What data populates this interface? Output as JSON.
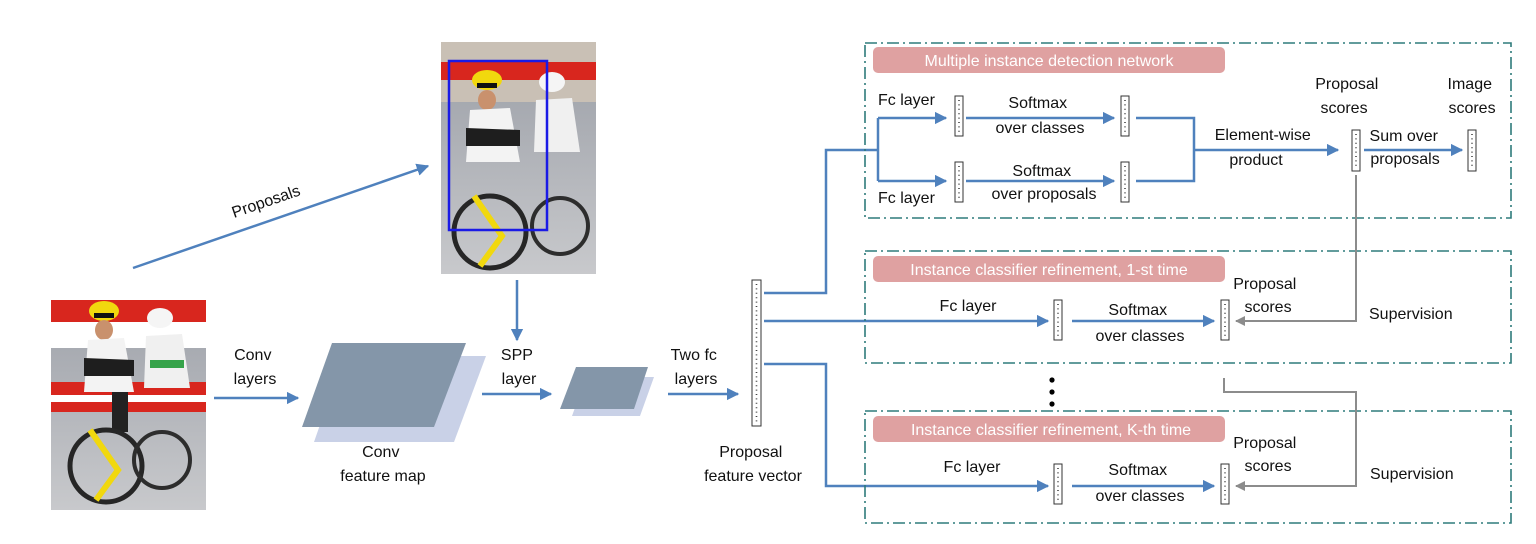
{
  "input": {
    "proposals_label": "Proposals",
    "conv_layers_label": [
      "Conv",
      "layers"
    ],
    "conv_feature_map_label": [
      "Conv",
      "feature map"
    ],
    "spp_layer_label": [
      "SPP",
      "layer"
    ],
    "two_fc_layers_label": [
      "Two fc",
      "layers"
    ],
    "proposal_feature_vector_label": [
      "Proposal",
      "feature vector"
    ]
  },
  "midn": {
    "title": "Multiple instance detection network",
    "fc_layer_top": "Fc layer",
    "fc_layer_bottom": "Fc layer",
    "softmax_classes": [
      "Softmax",
      "over classes"
    ],
    "softmax_proposals": [
      "Softmax",
      "over proposals"
    ],
    "element_wise_product": [
      "Element-wise",
      "product"
    ],
    "proposal_scores": [
      "Proposal",
      "scores"
    ],
    "sum_over_proposals": [
      "Sum over",
      "proposals"
    ],
    "image_scores": [
      "Image",
      "scores"
    ]
  },
  "refine_1": {
    "title": "Instance classifier refinement, 1-st time",
    "fc_layer": "Fc layer",
    "softmax_classes": [
      "Softmax",
      "over classes"
    ],
    "proposal_scores": [
      "Proposal",
      "scores"
    ],
    "supervision": "Supervision"
  },
  "refine_k": {
    "title": "Instance classifier refinement, K-th time",
    "fc_layer": "Fc layer",
    "softmax_classes": [
      "Softmax",
      "over classes"
    ],
    "proposal_scores": [
      "Proposal",
      "scores"
    ],
    "supervision": "Supervision"
  },
  "colors": {
    "arrow_blue": "#4f81bd",
    "supervision_gray": "#8c8c8c",
    "title_pink": "#dfa1a1",
    "dash_teal": "#2e7b7b",
    "feature_map": "#8496a9",
    "feature_map_shadow": "#c9d1e7",
    "proposal_box": "#1a1ae6"
  }
}
